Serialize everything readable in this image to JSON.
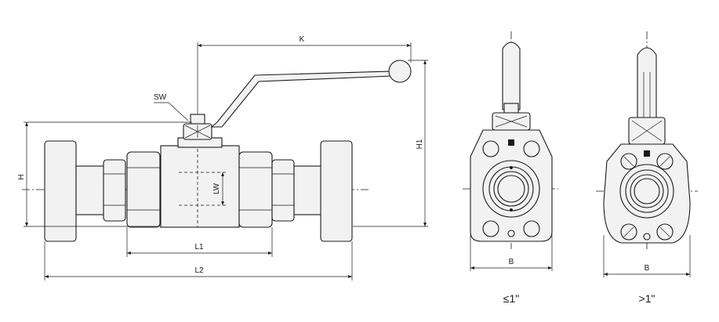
{
  "labels": {
    "k": "K",
    "sw": "SW",
    "h": "H",
    "h1": "H1",
    "lw": "LW",
    "l1": "L1",
    "l2": "L2",
    "b_left": "B",
    "b_right": "B"
  },
  "captions": {
    "small_size": "≤1\"",
    "large_size": ">1\""
  }
}
